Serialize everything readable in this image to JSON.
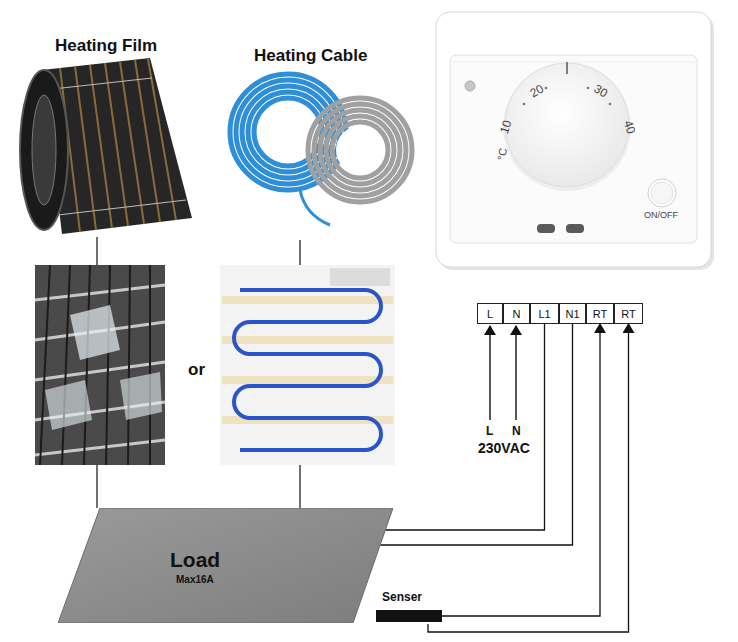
{
  "diagram": {
    "nodes": [
      {
        "text": [
          "Heating Film"
        ]
      },
      {
        "text": [
          "Heating Cable"
        ]
      },
      {
        "text": [
          "L"
        ]
      },
      {
        "text": [
          "N"
        ]
      },
      {
        "text": [
          "L1"
        ]
      },
      {
        "text": [
          "N1"
        ]
      },
      {
        "text": [
          "RT"
        ]
      },
      {
        "text": [
          "RT"
        ]
      },
      {
        "text": [
          "Load",
          "Max16A"
        ]
      },
      {
        "text": [
          "Senser"
        ]
      }
    ],
    "edges": [
      {
        "from": 8,
        "to": 4,
        "arrow": "none"
      },
      {
        "from": 8,
        "to": 5,
        "arrow": "none"
      },
      {
        "from": 9,
        "to": 6,
        "arrow": "to"
      },
      {
        "from": 9,
        "to": 7,
        "arrow": "to"
      }
    ],
    "labels": [
      "10",
      "20",
      "30",
      "40",
      "°C",
      "ON/OFF",
      "or",
      "L",
      "N",
      "230VAC"
    ]
  }
}
